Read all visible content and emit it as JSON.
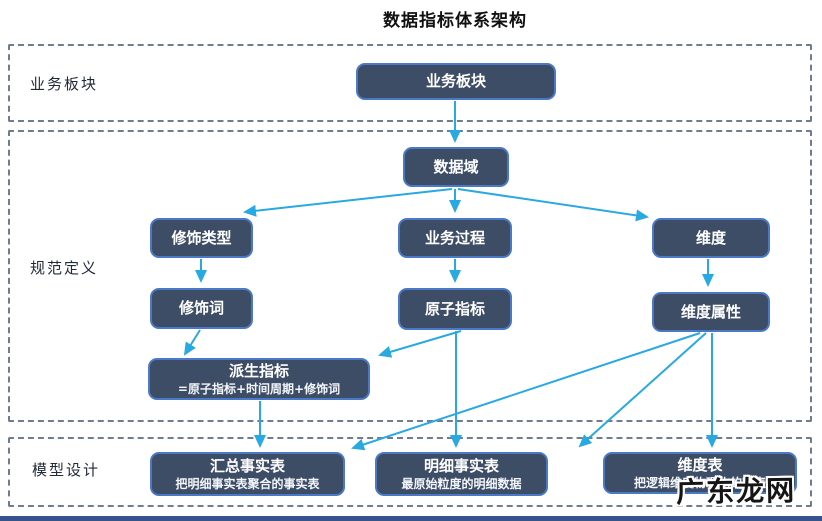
{
  "title": "数据指标体系架构",
  "sections": {
    "business": {
      "label": "业务板块"
    },
    "spec": {
      "label": "规范定义"
    },
    "model": {
      "label": "模型设计"
    }
  },
  "nodes": {
    "business_board": {
      "label": "业务板块"
    },
    "data_domain": {
      "label": "数据域"
    },
    "modifier_type": {
      "label": "修饰类型"
    },
    "business_process": {
      "label": "业务过程"
    },
    "dimension": {
      "label": "维度"
    },
    "modifier_word": {
      "label": "修饰词"
    },
    "atomic_metric": {
      "label": "原子指标"
    },
    "dimension_attribute": {
      "label": "维度属性"
    },
    "derived_metric": {
      "label": "派生指标",
      "sublabel": "=原子指标+时间周期+修饰词"
    },
    "summary_fact_table": {
      "label": "汇总事实表",
      "sublabel": "把明细事实表聚合的事实表"
    },
    "detail_fact_table": {
      "label": "明细事实表",
      "sublabel": "最原始粒度的明细数据"
    },
    "dimension_table": {
      "label": "维度表",
      "sublabel": "把逻辑维度物理化的宽表"
    }
  },
  "edges": [
    {
      "from": "业务板块",
      "to": "数据域"
    },
    {
      "from": "数据域",
      "to": "修饰类型"
    },
    {
      "from": "数据域",
      "to": "业务过程"
    },
    {
      "from": "数据域",
      "to": "维度"
    },
    {
      "from": "修饰类型",
      "to": "修饰词"
    },
    {
      "from": "业务过程",
      "to": "原子指标"
    },
    {
      "from": "维度",
      "to": "维度属性"
    },
    {
      "from": "修饰词",
      "to": "派生指标"
    },
    {
      "from": "原子指标",
      "to": "派生指标"
    },
    {
      "from": "原子指标",
      "to": "明细事实表"
    },
    {
      "from": "维度属性",
      "to": "汇总事实表"
    },
    {
      "from": "维度属性",
      "to": "明细事实表"
    },
    {
      "from": "维度属性",
      "to": "维度表"
    },
    {
      "from": "派生指标",
      "to": "汇总事实表"
    }
  ],
  "watermark": "广东龙网",
  "colors": {
    "node_fill": "#3E4D66",
    "node_border": "#4A79C7",
    "arrow": "#29A9E1",
    "section_border": "#707C90",
    "bottom_bar": "#37528C"
  }
}
